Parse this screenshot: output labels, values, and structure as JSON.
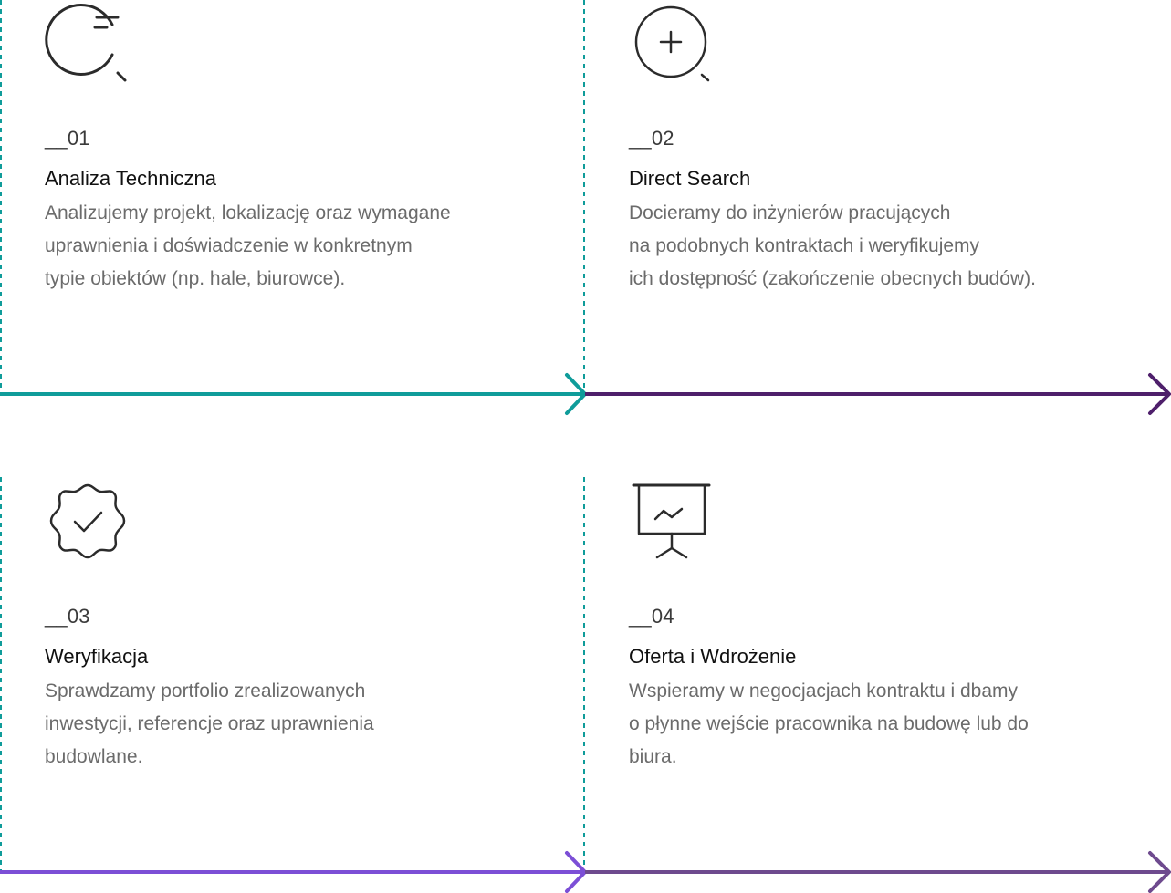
{
  "steps": [
    {
      "number": "__01",
      "title": "Analiza Techniczna",
      "icon": "search-list-icon",
      "description": [
        "Analizujemy projekt, lokalizację oraz wymagane",
        "uprawnienia i doświadczenie w konkretnym",
        "typie obiektów (np. hale, biurowce)."
      ]
    },
    {
      "number": "__02",
      "title": "Direct Search",
      "icon": "zoom-in-icon",
      "description": [
        "Docieramy do inżynierów pracujących",
        "na podobnych kontraktach i weryfikujemy",
        "ich dostępność (zakończenie obecnych budów)."
      ]
    },
    {
      "number": "__03",
      "title": "Weryfikacja",
      "icon": "verified-badge-icon",
      "description": [
        "Sprawdzamy portfolio zrealizowanych",
        "inwestycji, referencje oraz uprawnienia",
        "budowlane."
      ]
    },
    {
      "number": "__04",
      "title": "Oferta i Wdrożenie",
      "icon": "presentation-board-icon",
      "description": [
        "Wspieramy w negocjacjach kontraktu i dbamy",
        "o płynne wejście pracownika na budowę lub do",
        "biura."
      ]
    }
  ],
  "colors": {
    "teal": "#0f9c9a",
    "dark_purple": "#4e1f6b",
    "violet": "#7c4fd6",
    "muted_purple": "#6e4a8e",
    "icon_stroke": "#2b2b2b"
  }
}
